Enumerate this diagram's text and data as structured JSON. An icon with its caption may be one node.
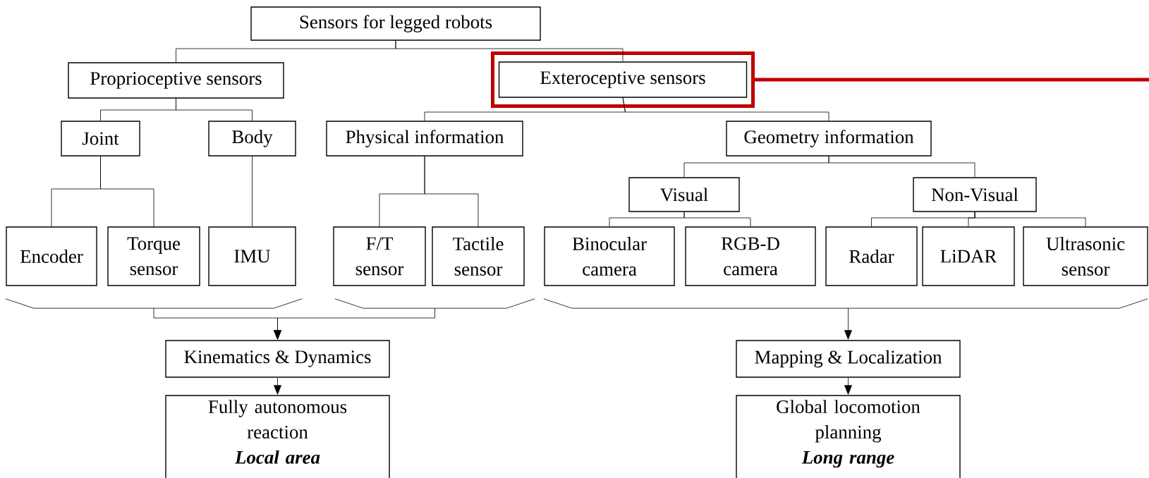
{
  "diagram": {
    "nodes": [
      {
        "text": [
          "Sensors for legged robots"
        ]
      },
      {
        "text": [
          "Proprioceptive sensors"
        ]
      },
      {
        "text": [],
        "shape": "box"
      },
      {
        "text": [
          "Exteroceptive sensors"
        ],
        "in": 2
      },
      {
        "text": [
          "Joint"
        ]
      },
      {
        "text": [
          "Body"
        ]
      },
      {
        "text": [
          "Physical information"
        ]
      },
      {
        "text": [
          "Geometry information"
        ]
      },
      {
        "text": [
          "Visual"
        ]
      },
      {
        "text": [
          "Non-Visual"
        ]
      },
      {
        "text": [
          "Encoder"
        ]
      },
      {
        "text": [
          "Torque sensor"
        ]
      },
      {
        "text": [
          "IMU"
        ]
      },
      {
        "text": [
          "F/T sensor"
        ]
      },
      {
        "text": [
          "Tactile sensor"
        ]
      },
      {
        "text": [
          "Binocular camera"
        ]
      },
      {
        "text": [
          "RGB-D camera"
        ]
      },
      {
        "text": [
          "Radar"
        ]
      },
      {
        "text": [
          "LiDAR"
        ]
      },
      {
        "text": [
          "Ultrasonic sensor"
        ]
      },
      {
        "text": [],
        "shape": "bracket"
      },
      {
        "text": [],
        "shape": "bracket"
      },
      {
        "text": [],
        "shape": "bracket"
      },
      {
        "text": [
          "Kinematics & Dynamics"
        ]
      },
      {
        "text": [
          "Fully autonomous reaction",
          "Local area"
        ]
      },
      {
        "text": [
          "Mapping & Localization"
        ]
      },
      {
        "text": [
          "Global locomotion planning",
          "Long range"
        ]
      }
    ],
    "edges": [
      {
        "from": 0,
        "to": 1,
        "arrow": "none"
      },
      {
        "from": 0,
        "to": 3,
        "arrow": "none"
      },
      {
        "from": 2,
        "to": null,
        "arrow": "none",
        "style": "thick",
        "color": "#c00000"
      },
      {
        "from": 1,
        "to": 4,
        "arrow": "none"
      },
      {
        "from": 1,
        "to": 5,
        "arrow": "none"
      },
      {
        "from": 3,
        "to": 6,
        "arrow": "none"
      },
      {
        "from": 3,
        "to": 7,
        "arrow": "none"
      },
      {
        "from": 4,
        "to": 10,
        "arrow": "none"
      },
      {
        "from": 4,
        "to": 11,
        "arrow": "none"
      },
      {
        "from": 5,
        "to": 12,
        "arrow": "none"
      },
      {
        "from": 6,
        "to": 13,
        "arrow": "none"
      },
      {
        "from": 6,
        "to": 14,
        "arrow": "none"
      },
      {
        "from": 7,
        "to": 8,
        "arrow": "none"
      },
      {
        "from": 7,
        "to": 9,
        "arrow": "none"
      },
      {
        "from": 8,
        "to": 15,
        "arrow": "none"
      },
      {
        "from": 8,
        "to": 16,
        "arrow": "none"
      },
      {
        "from": 9,
        "to": 17,
        "arrow": "none"
      },
      {
        "from": 9,
        "to": 18,
        "arrow": "none"
      },
      {
        "from": 9,
        "to": 19,
        "arrow": "none"
      },
      {
        "from": 20,
        "to": 23,
        "arrow": "to"
      },
      {
        "from": 21,
        "to": 23,
        "arrow": "to"
      },
      {
        "from": 22,
        "to": 25,
        "arrow": "to"
      },
      {
        "from": 23,
        "to": 24,
        "arrow": "to"
      },
      {
        "from": 25,
        "to": 26,
        "arrow": "to"
      }
    ]
  }
}
